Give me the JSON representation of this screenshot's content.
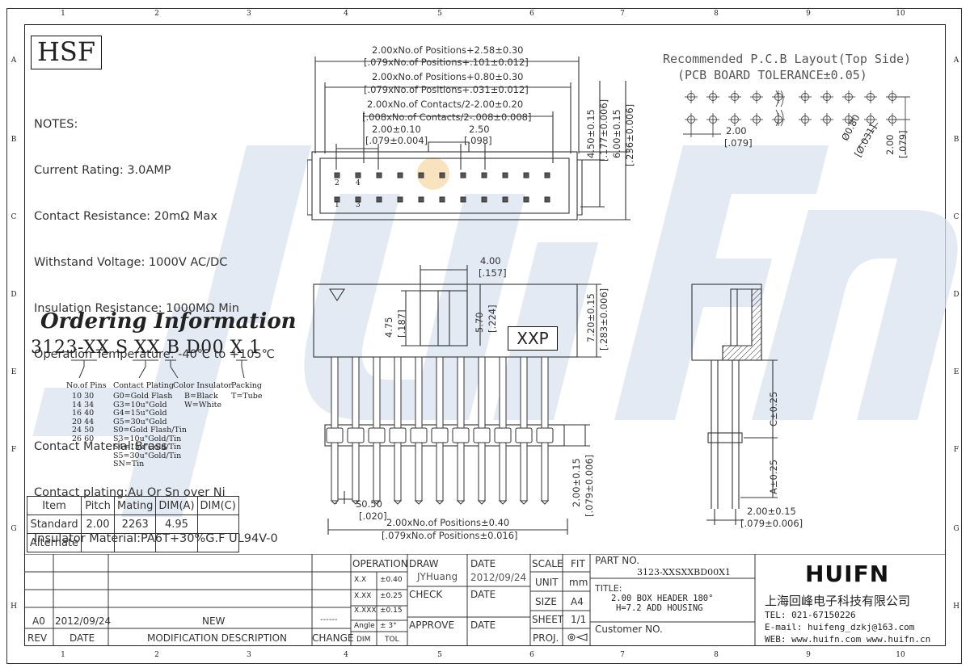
{
  "frame": {
    "columns": [
      "1",
      "2",
      "3",
      "4",
      "5",
      "6",
      "7",
      "8",
      "9",
      "10"
    ],
    "rows": [
      "A",
      "B",
      "C",
      "D",
      "E",
      "F",
      "G",
      "H"
    ]
  },
  "logo_hsf": "HSF",
  "notes": [
    "NOTES:",
    "Current Rating: 3.0AMP",
    "Contact Resistance: 20mΩ Max",
    "Withstand Voltage: 1000V AC/DC",
    "Insulation Resistance: 1000MΩ Min",
    "Operation Temperature: -40℃ to +105℃",
    "",
    "Contact Material:Brass",
    "Contact plating:Au Or Sn over Ni",
    "Insulator Material:PA6T+30%G.F UL94V-0"
  ],
  "ordering": {
    "title": "Ordering Information",
    "part_code": "3123-XX S XX B D00 X 1",
    "no_of_pins_label": "No.of Pins",
    "pins": [
      "10  30",
      "14  34",
      "16  40",
      "20  44",
      "24  50",
      "26  60"
    ],
    "contact_plating_label": "Contact Plating",
    "plating": [
      "G0=Gold Flash",
      "G3=10u\"Gold",
      "G4=15u\"Gold",
      "G5=30u\"Gold",
      "S0=Gold Flash/Tin",
      "S3=10u\"Gold/Tin",
      "S4=15u\"Gold/Tin",
      "S5=30u\"Gold/Tin",
      "SN=Tin"
    ],
    "color_insulator_label": "Color Insulator",
    "colors": [
      "B=Black",
      "W=White"
    ],
    "packing_label": "Packing",
    "packing": [
      "T=Tube"
    ]
  },
  "dim_table": {
    "headers": [
      "Item",
      "Pitch",
      "Mating",
      "DIM(A)",
      "DIM(C)"
    ],
    "rows": [
      [
        "Standard",
        "2.00",
        "2263",
        "4.95",
        ""
      ],
      [
        "Alternate",
        "",
        "",
        "",
        ""
      ]
    ]
  },
  "pcb_layout": {
    "title1": "Recommended P.C.B Layout(Top Side)",
    "title2": "(PCB BOARD TOLERANCE±0.05)",
    "pitch": "2.00",
    "pitch_in": "[.079]",
    "hole": "Ø0.80",
    "hole_in": "[Ø.031]",
    "row_pitch": "2.00",
    "row_pitch_in": "[.079]"
  },
  "top_view_dims": {
    "d1": "2.00xNo.of Positions+2.58±0.30",
    "d1_in": "[.079xNo.of Positions+.101±0.012]",
    "d2": "2.00xNo.of Positions+0.80±0.30",
    "d2_in": "[.079xNo.of Positions+.031±0.012]",
    "d3": "2.00xNo.of Contacts/2-2.00±0.20",
    "d3_in": "[.008xNo.of Contacts/2-.008±0.008]",
    "d4": "2.00±0.10",
    "d4_in": "[.079±0.004]",
    "d5": "2.50",
    "d5_in": "[.098]",
    "h1": "4.50±0.15",
    "h1_in": "[.177±0.006]",
    "h2": "6.00±0.15",
    "h2_in": "[.236±0.006]",
    "pin1": "1",
    "pin2": "2",
    "pin3": "3",
    "pin4": "4"
  },
  "front_view_dims": {
    "w": "4.00",
    "w_in": "[.157]",
    "a": "4.75",
    "a_in": "[.187]",
    "b": "5.70",
    "b_in": "[.224]",
    "h": "7.20±0.15",
    "h_in": "[.283±0.006]",
    "marking": "XXP",
    "sq": "S0.50",
    "sq_in": "[.020]",
    "len": "2.00xNo.of Positions±0.40",
    "len_in": "[.079xNo.of Positions±0.016]",
    "pitch": "2.00±0.15",
    "pitch_in": "[.079±0.006]"
  },
  "side_view_dims": {
    "c": "C±0.25",
    "a": "A±0.25",
    "pitch": "2.00±0.15",
    "pitch_in": "[.079±0.006]"
  },
  "title_block": {
    "rev_label": "REV",
    "date_label": "DATE",
    "mod_label": "MODIFICATION DESCRIPTION",
    "change_label": "CHANGE",
    "rev": "A0",
    "rev_date": "2012/09/24",
    "rev_desc": "NEW",
    "rev_change": "------",
    "operation": "OPERATION",
    "tol": [
      [
        "X.X",
        "±0.40"
      ],
      [
        "X.XX",
        "±0.25"
      ],
      [
        "X.XXX",
        "±0.15"
      ],
      [
        "Angle",
        "± 3°"
      ]
    ],
    "dim": "DIM",
    "tol_label": "TOL",
    "draw": "DRAW",
    "drawer": "JYHuang",
    "check": "CHECK",
    "approve": "APPROVE",
    "date": "DATE",
    "draw_date": "2012/09/24",
    "scale": "SCALE",
    "fit": "FIT",
    "unit": "UNIT",
    "unit_val": "mm",
    "size": "SIZE",
    "size_val": "A4",
    "sheet": "SHEET",
    "sheet_val": "1/1",
    "proj": "PROJ.",
    "part_no_label": "PART NO.",
    "part_no": "3123-XXSXXBD00X1",
    "title_label": "TITLE:",
    "title_line1": "2.00 BOX HEADER 180°",
    "title_line2": "H=7.2 ADD HOUSING",
    "customer": "Customer NO."
  },
  "company": {
    "logo": "HUIFN",
    "name": "上海回峰电子科技有限公司",
    "tel": "TEL: 021-67150226",
    "email": "E-mail: huifeng_dzkj@163.com",
    "web": "WEB: www.huifn.com  www.huifn.cn"
  },
  "colors": {
    "watermark": "#dbe3ef",
    "line": "#333333"
  }
}
